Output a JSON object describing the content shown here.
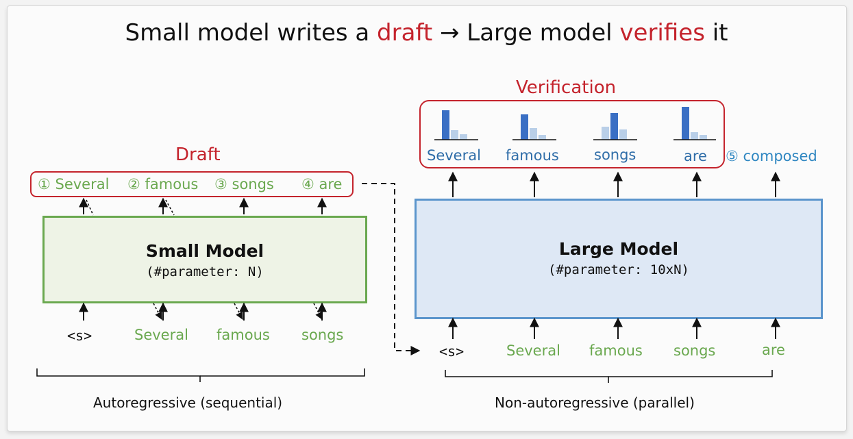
{
  "title": {
    "part1": "Small model writes a ",
    "part2": "draft",
    "part3": " → Large model ",
    "part4": "verifies",
    "part5": " it"
  },
  "draft": {
    "title": "Draft",
    "tokens": [
      "① Several",
      "② famous",
      "③ songs",
      "④ are"
    ]
  },
  "small_model": {
    "name": "Small Model",
    "param": "(#parameter: N)",
    "inputs": [
      "<s>",
      "Several",
      "famous",
      "songs"
    ]
  },
  "large_model": {
    "name": "Large Model",
    "param": "(#parameter: 10xN)",
    "inputs": [
      "<s>",
      "Several",
      "famous",
      "songs",
      "are"
    ]
  },
  "verification": {
    "title": "Verification",
    "tokens": [
      "Several",
      "famous",
      "songs",
      "are"
    ],
    "extra_token": "⑤ composed"
  },
  "bottom": {
    "left": "Autoregressive (sequential)",
    "right": "Non-autoregressive (parallel)"
  },
  "colors": {
    "red": "#c4232c",
    "green": "#6aa84f",
    "blue": "#2f6da8",
    "large_fill": "#dee8f5",
    "small_fill": "#eef3e6"
  }
}
